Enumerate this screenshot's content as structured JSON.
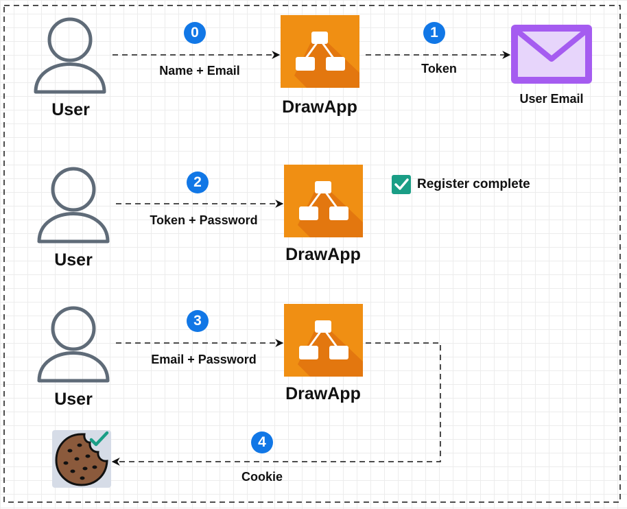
{
  "colors": {
    "user": "#5f6b78",
    "app_orange": "#f08f13",
    "app_shadow": "#d8650c",
    "email_purple": "#a55cf0",
    "badge_blue": "#1177e6",
    "check_green": "#1a9e86",
    "cookie_brown": "#8b5a3c"
  },
  "steps": [
    {
      "number": "0",
      "actor": "User",
      "message": "Name + Email",
      "target": "DrawApp"
    },
    {
      "number": "1",
      "actor": "DrawApp",
      "message": "Token",
      "target": "User Email"
    },
    {
      "number": "2",
      "actor": "User",
      "message": "Token + Password",
      "target": "DrawApp"
    },
    {
      "number": "3",
      "actor": "User",
      "message": "Email + Password",
      "target": "DrawApp"
    },
    {
      "number": "4",
      "actor": "DrawApp",
      "message": "Cookie",
      "target": "cookie"
    }
  ],
  "email_label": "User Email",
  "status": {
    "text": "Register complete",
    "icon": "check-box-icon"
  },
  "cookie_icon": "cookie-icon"
}
